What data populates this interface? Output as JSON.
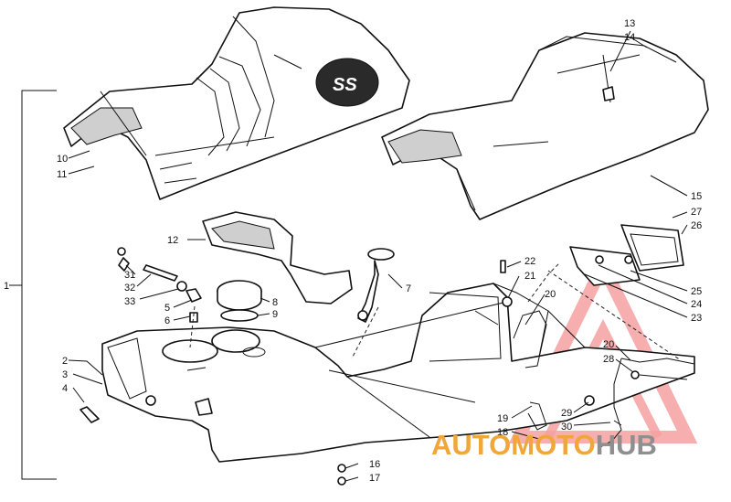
{
  "callouts": {
    "c1": "1",
    "c2": "2",
    "c3": "3",
    "c4": "4",
    "c5": "5",
    "c6": "6",
    "c7": "7",
    "c8": "8",
    "c9": "9",
    "c10": "10",
    "c11": "11",
    "c12": "12",
    "c13": "13",
    "c14": "14",
    "c15": "15",
    "c16": "16",
    "c17": "17",
    "c18": "18",
    "c19": "19",
    "c20a": "20",
    "c20b": "20",
    "c21": "21",
    "c22": "22",
    "c23": "23",
    "c24": "24",
    "c25": "25",
    "c26": "26",
    "c27": "27",
    "c28": "28",
    "c29": "29",
    "c30": "30",
    "c31": "31",
    "c32": "32",
    "c33": "33"
  },
  "seat_badge": "SS",
  "watermark": {
    "part1": "AUTO",
    "part2": "MOTO",
    "part3": "HUB",
    "accent_color": "#f0a63a",
    "secondary_color": "#8f8f8f"
  }
}
